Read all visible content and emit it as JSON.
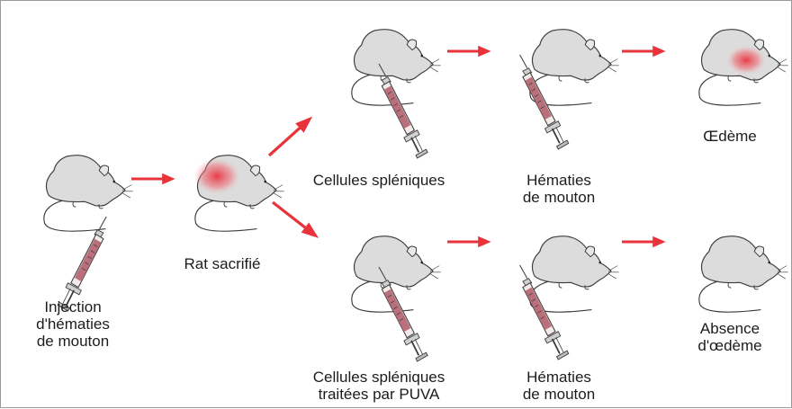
{
  "labels": {
    "injection": "Injection\nd'hématies\nde mouton",
    "rat_sacrifie": "Rat sacrifié",
    "cellules_spleniques": "Cellules spléniques",
    "hematies_top": "Hématies\nde mouton",
    "oedeme": "Œdème",
    "cellules_puva": "Cellules spléniques\ntraitées par PUVA",
    "hematies_bottom": "Hématies\nde mouton",
    "absence_oedeme": "Absence\nd'œdème"
  },
  "colors": {
    "rat_fill": "#dcdcdc",
    "rat_outline": "#3c3c3c",
    "arrow": "#e8333b",
    "inflammation": "#e8323f",
    "syringe_fluid": "#b9707a"
  }
}
